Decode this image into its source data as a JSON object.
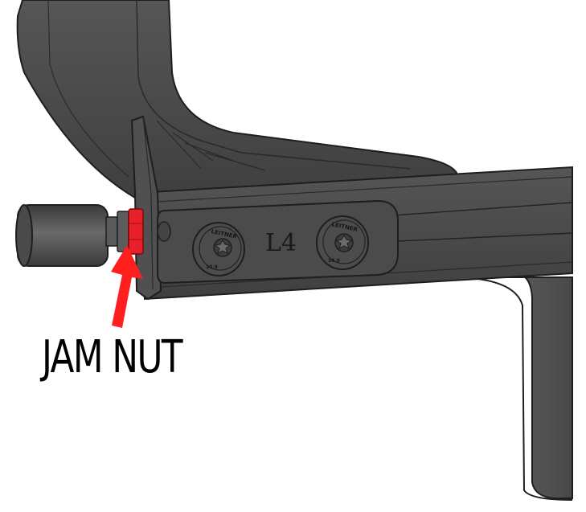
{
  "callout": {
    "label": "JAM NUT",
    "arrow_color": "#ff1f1f",
    "highlight_color": "#e8202a"
  },
  "part": {
    "body_color": "#4a4a4a",
    "edge_color": "#1e1e1e",
    "side_marking": "L4",
    "bolt_head_text": "LEITNER",
    "bolt_grade_text": "10.9"
  },
  "bolts": [
    {
      "id": "bolt-left",
      "text": "LEITNER",
      "grade": "10.9"
    },
    {
      "id": "bolt-right",
      "text": "LEITNER",
      "grade": "10.9"
    }
  ]
}
